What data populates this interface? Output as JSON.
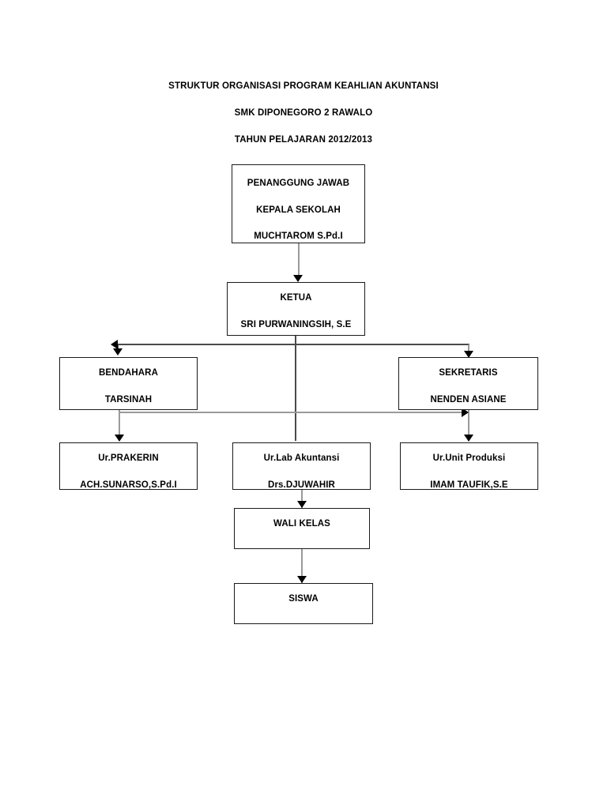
{
  "document": {
    "title_lines": [
      "STRUKTUR ORGANISASI PROGRAM KEAHLIAN AKUNTANSI",
      "SMK DIPONEGORO 2 RAWALO",
      "TAHUN PELAJARAN 2012/2013"
    ]
  },
  "chart_data": {
    "type": "diagram",
    "subtype": "organizational-chart",
    "title": "STRUKTUR ORGANISASI PROGRAM KEAHLIAN AKUNTANSI",
    "subtitle": "SMK DIPONEGORO 2 RAWALO",
    "period": "TAHUN PELAJARAN 2012/2013",
    "nodes": [
      {
        "id": "penanggung-jawab",
        "level": 1,
        "role": "PENANGGUNG JAWAB",
        "position": "KEPALA SEKOLAH",
        "name": "MUCHTAROM S.Pd.I"
      },
      {
        "id": "ketua",
        "level": 2,
        "role": "KETUA",
        "name": "SRI PURWANINGSIH, S.E"
      },
      {
        "id": "bendahara",
        "level": 3,
        "role": "BENDAHARA",
        "name": "TARSINAH"
      },
      {
        "id": "sekretaris",
        "level": 3,
        "role": "SEKRETARIS",
        "name": "NENDEN ASIANE"
      },
      {
        "id": "ur-prakerin",
        "level": 4,
        "role": "Ur.PRAKERIN",
        "name": "ACH.SUNARSO,S.Pd.I"
      },
      {
        "id": "ur-lab-akuntansi",
        "level": 4,
        "role": "Ur.Lab Akuntansi",
        "name": "Drs.DJUWAHIR"
      },
      {
        "id": "ur-unit-produksi",
        "level": 4,
        "role": "Ur.Unit Produksi",
        "name": "IMAM TAUFIK,S.E"
      },
      {
        "id": "wali-kelas",
        "level": 5,
        "role": "WALI KELAS",
        "name": ""
      },
      {
        "id": "siswa",
        "level": 6,
        "role": "SISWA",
        "name": ""
      }
    ],
    "edges": [
      {
        "from": "penanggung-jawab",
        "to": "ketua"
      },
      {
        "from": "ketua",
        "to": "bendahara"
      },
      {
        "from": "ketua",
        "to": "sekretaris"
      },
      {
        "from": "ketua",
        "to": "ur-lab-akuntansi"
      },
      {
        "from": "bendahara",
        "to": "ur-prakerin"
      },
      {
        "from": "bendahara",
        "to": "sekretaris"
      },
      {
        "from": "sekretaris",
        "to": "ur-unit-produksi"
      },
      {
        "from": "ur-lab-akuntansi",
        "to": "wali-kelas"
      },
      {
        "from": "wali-kelas",
        "to": "siswa"
      }
    ],
    "colors": {
      "background": "#ffffff",
      "box_border": "#1a1a1a",
      "text": "#000000",
      "connector": "#9a9a9a",
      "connector_dark": "#4a4a4a",
      "arrowhead": "#000000"
    }
  }
}
